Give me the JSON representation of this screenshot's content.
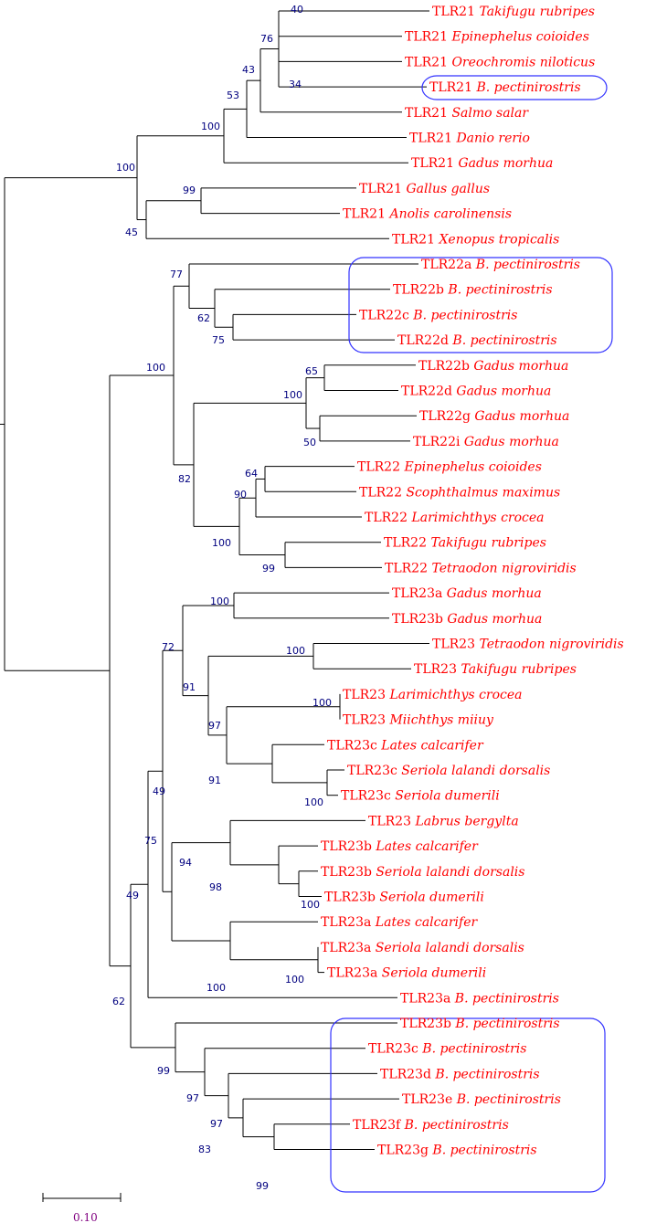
{
  "colors": {
    "branch": "#000000",
    "leaf_label": "#ff0000",
    "bootstrap": "#00007f",
    "highlight_box": "#3333ff",
    "scale_label": "#800080"
  },
  "leaves": [
    {
      "gene": "TLR21",
      "species": "Takifugu rubripes"
    },
    {
      "gene": "TLR21",
      "species": "Epinephelus coioides"
    },
    {
      "gene": "TLR21",
      "species": "Oreochromis niloticus"
    },
    {
      "gene": "TLR21",
      "species": "B. pectinirostris"
    },
    {
      "gene": "TLR21",
      "species": "Salmo salar"
    },
    {
      "gene": "TLR21",
      "species": "Danio rerio"
    },
    {
      "gene": "TLR21",
      "species": "Gadus morhua"
    },
    {
      "gene": "TLR21",
      "species": "Gallus gallus"
    },
    {
      "gene": "TLR21",
      "species": "Anolis carolinensis"
    },
    {
      "gene": "TLR21",
      "species": "Xenopus tropicalis"
    },
    {
      "gene": "TLR22a",
      "species": "B. pectinirostris"
    },
    {
      "gene": "TLR22b",
      "species": "B. pectinirostris"
    },
    {
      "gene": "TLR22c",
      "species": "B. pectinirostris"
    },
    {
      "gene": "TLR22d",
      "species": "B. pectinirostris"
    },
    {
      "gene": "TLR22b",
      "species": "Gadus morhua"
    },
    {
      "gene": "TLR22d",
      "species": "Gadus morhua"
    },
    {
      "gene": "TLR22g",
      "species": "Gadus morhua"
    },
    {
      "gene": "TLR22i",
      "species": "Gadus morhua"
    },
    {
      "gene": "TLR22",
      "species": "Epinephelus coioides"
    },
    {
      "gene": "TLR22",
      "species": "Scophthalmus maximus"
    },
    {
      "gene": "TLR22",
      "species": "Larimichthys crocea"
    },
    {
      "gene": "TLR22",
      "species": "Takifugu rubripes"
    },
    {
      "gene": "TLR22",
      "species": "Tetraodon nigroviridis"
    },
    {
      "gene": "TLR23a",
      "species": "Gadus morhua"
    },
    {
      "gene": "TLR23b",
      "species": "Gadus morhua"
    },
    {
      "gene": "TLR23",
      "species": "Tetraodon nigroviridis"
    },
    {
      "gene": "TLR23",
      "species": "Takifugu rubripes"
    },
    {
      "gene": "TLR23",
      "species": "Larimichthys crocea"
    },
    {
      "gene": "TLR23",
      "species": "Miichthys miiuy"
    },
    {
      "gene": "TLR23c",
      "species": "Lates calcarifer"
    },
    {
      "gene": "TLR23c",
      "species": "Seriola lalandi dorsalis"
    },
    {
      "gene": "TLR23c",
      "species": "Seriola dumerili"
    },
    {
      "gene": "TLR23",
      "species": "Labrus bergylta"
    },
    {
      "gene": "TLR23b",
      "species": "Lates calcarifer"
    },
    {
      "gene": "TLR23b",
      "species": "Seriola lalandi dorsalis"
    },
    {
      "gene": "TLR23b",
      "species": "Seriola dumerili"
    },
    {
      "gene": "TLR23a",
      "species": "Lates calcarifer"
    },
    {
      "gene": "TLR23a",
      "species": "Seriola lalandi dorsalis"
    },
    {
      "gene": "TLR23a",
      "species": "Seriola dumerili"
    },
    {
      "gene": "TLR23a",
      "species": "B. pectinirostris"
    },
    {
      "gene": "TLR23b",
      "species": "B. pectinirostris"
    },
    {
      "gene": "TLR23c",
      "species": "B. pectinirostris"
    },
    {
      "gene": "TLR23d",
      "species": "B. pectinirostris"
    },
    {
      "gene": "TLR23e",
      "species": "B. pectinirostris"
    },
    {
      "gene": "TLR23f",
      "species": "B. pectinirostris"
    },
    {
      "gene": "TLR23g",
      "species": "B. pectinirostris"
    }
  ],
  "bootstrap_values": [
    "40",
    "76",
    "43",
    "34",
    "53",
    "100",
    "100",
    "99",
    "45",
    "77",
    "62",
    "75",
    "100",
    "65",
    "100",
    "50",
    "82",
    "64",
    "90",
    "100",
    "99",
    "100",
    "72",
    "100",
    "91",
    "100",
    "97",
    "91",
    "100",
    "49",
    "75",
    "94",
    "98",
    "100",
    "100",
    "100",
    "49",
    "62",
    "99",
    "97",
    "97",
    "83",
    "99"
  ],
  "scale_bar": {
    "label": "0.10"
  }
}
